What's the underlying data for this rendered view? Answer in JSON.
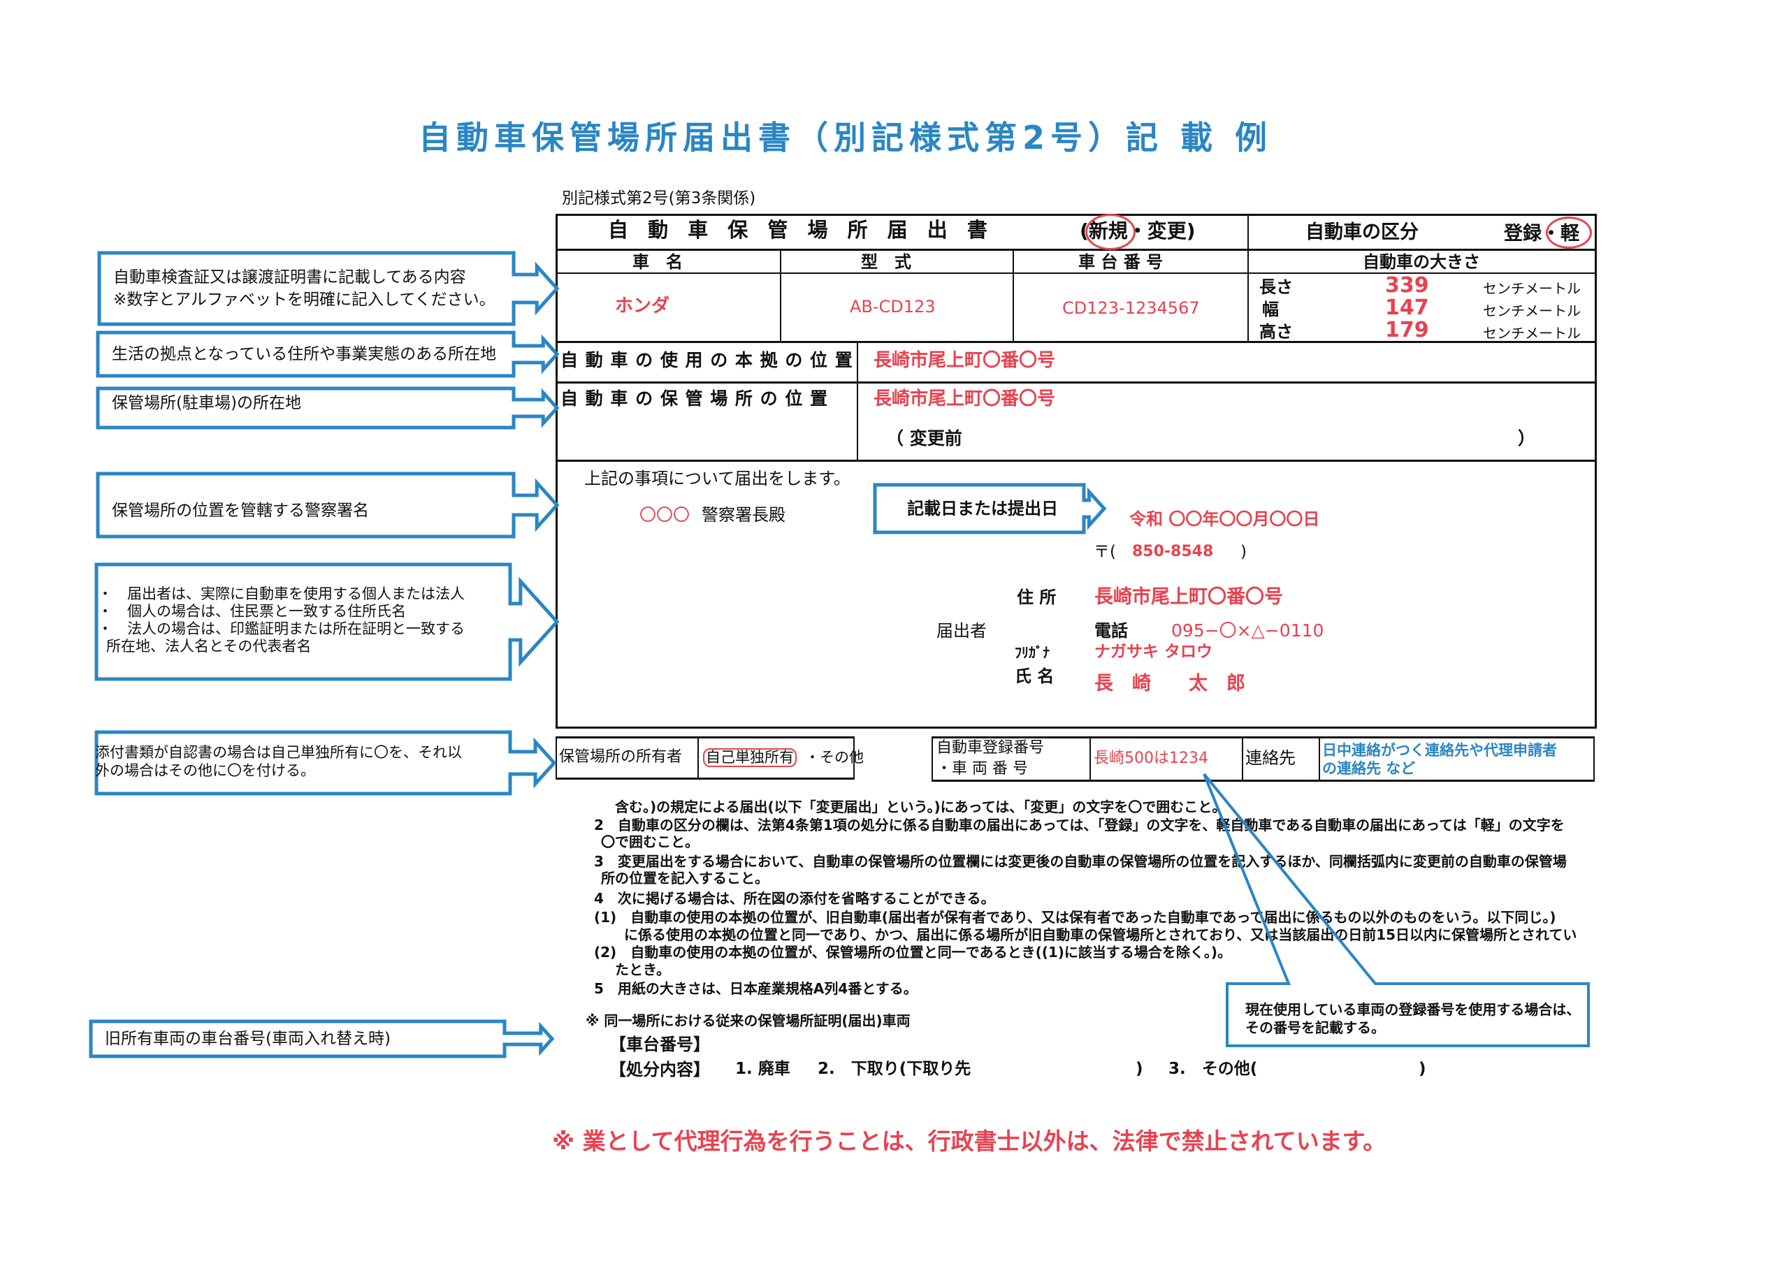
{
  "title": "自動車保管場所届出書（別記様式第2号）記 載 例",
  "form_ref": "別記様式第2号(第3条関係)",
  "form": {
    "header_title": "自 動 車 保 管 場 所 届 出 書",
    "new_change": "(新規・変更)",
    "vehicle_class_label": "自動車の区分",
    "vehicle_class_options": "登録・軽",
    "col_car_name": "車　名",
    "col_model": "型　式",
    "col_chassis": "車 台 番 号",
    "col_size": "自動車の大きさ",
    "car_name": "ホンダ",
    "model": "AB-CD123",
    "chassis": "CD123-1234567",
    "length_label": "長さ",
    "length": "339",
    "width_label": "幅",
    "width": "147",
    "height_label": "高さ",
    "height": "179",
    "unit": "センチメートル",
    "use_base_label": "自 動 車 の 使 用 の 本 拠 の 位 置",
    "use_base_value": "長崎市尾上町〇番〇号",
    "storage_label": "自 動 車 の 保 管 場 所 の 位 置",
    "storage_value": "長崎市尾上町〇番〇号",
    "before_change_open": "（ 変更前",
    "before_change_close": "）",
    "notify_text": "上記の事項について届出をします。",
    "police_circles": "〇〇〇",
    "police_chief": "警察署長殿",
    "date": "令和 〇〇年〇〇月〇〇日",
    "postal_mark": "〒(",
    "postal_code": "850-8548",
    "postal_close": ")",
    "applicant_label": "届出者",
    "address_label": "住 所",
    "address_value": "長崎市尾上町〇番〇号",
    "phone_label": "電話",
    "phone_value": "095−〇×△−0110",
    "furigana_label": "ﾌﾘｶﾞﾅ",
    "furigana_value": "ナガサキ タロウ",
    "name_label": "氏 名",
    "name_value": "長　崎　　太　郎",
    "owner_label": "保管場所の所有者",
    "owner_selected": "自己単独所有",
    "owner_other": "・その他",
    "reg_label_1": "自動車登録番号",
    "reg_label_2": "・車 両 番 号",
    "reg_value": "長崎500は1234",
    "contact_label": "連絡先",
    "contact_value_1": "日中連絡がつく連絡先や代理申請者",
    "contact_value_2": "の連絡先 など"
  },
  "notes": [
    "含む。)の規定による届出(以下「変更届出」という。)にあっては、「変更」の文字を〇で囲むこと。",
    "2　自動車の区分の欄は、法第4条第1項の処分に係る自動車の届出にあっては、「登録」の文字を、軽自動車である自動車の届出にあっては「軽」の文字を",
    "〇で囲むこと。",
    "3　変更届出をする場合において、自動車の保管場所の位置欄には変更後の自動車の保管場所の位置を記入するほか、同欄括弧内に変更前の自動車の保管場",
    "所の位置を記入すること。",
    "4　次に掲げる場合は、所在図の添付を省略することができる。",
    "(1)　自動車の使用の本拠の位置が、旧自動車(届出者が保有者であり、又は保有者であった自動車であって届出に係るもの以外のものをいう。以下同じ。)",
    "に係る使用の本拠の位置と同一であり、かつ、届出に係る場所が旧自動車の保管場所とされており、又は当該届出の日前15日以内に保管場所とされてい",
    "(2)　自動車の使用の本拠の位置が、保管場所の位置と同一であるとき((1)に該当する場合を除く。)。",
    "たとき。",
    "5　用紙の大きさは、日本産業規格A列4番とする。"
  ],
  "previous": {
    "heading": "※ 同一場所における従来の保管場所証明(届出)車両",
    "chassis_label": "【車台番号】",
    "disposal_label": "【処分内容】",
    "disposal_1": "1. 廃車",
    "disposal_2": "2.　下取り(下取り先",
    "disposal_2_close": ")",
    "disposal_3": "3.　その他(",
    "disposal_3_close": ")"
  },
  "callouts": {
    "inspection_1": "自動車検査証又は譲渡証明書に記載してある内容",
    "inspection_2": "※数字とアルファベットを明確に記入してください。",
    "base": "生活の拠点となっている住所や事業実態のある所在地",
    "storage": "保管場所(駐車場)の所在地",
    "police": "保管場所の位置を管轄する警察署名",
    "applicant_1": "・　届出者は、実際に自動車を使用する個人または法人",
    "applicant_2": "・　個人の場合は、住民票と一致する住所氏名",
    "applicant_3": "・　法人の場合は、印鑑証明または所在証明と一致する",
    "applicant_4": "所在地、法人名とその代表者名",
    "owner_1": "添付書類が自認書の場合は自己単独所有に〇を、それ以",
    "owner_2": "外の場合はその他に〇を付ける。",
    "old_vehicle": "旧所有車両の車台番号(車両入れ替え時)",
    "date": "記載日または提出日",
    "reg_1": "現在使用している車両の登録番号を使用する場合は、",
    "reg_2": "その番号を記載する。"
  },
  "footer_warning": "※ 業として代理行為を行うことは、行政書士以外は、法律で禁止されています。",
  "colors": {
    "annotation_blue": "#2a86c4",
    "sample_red": "#e8424f"
  }
}
